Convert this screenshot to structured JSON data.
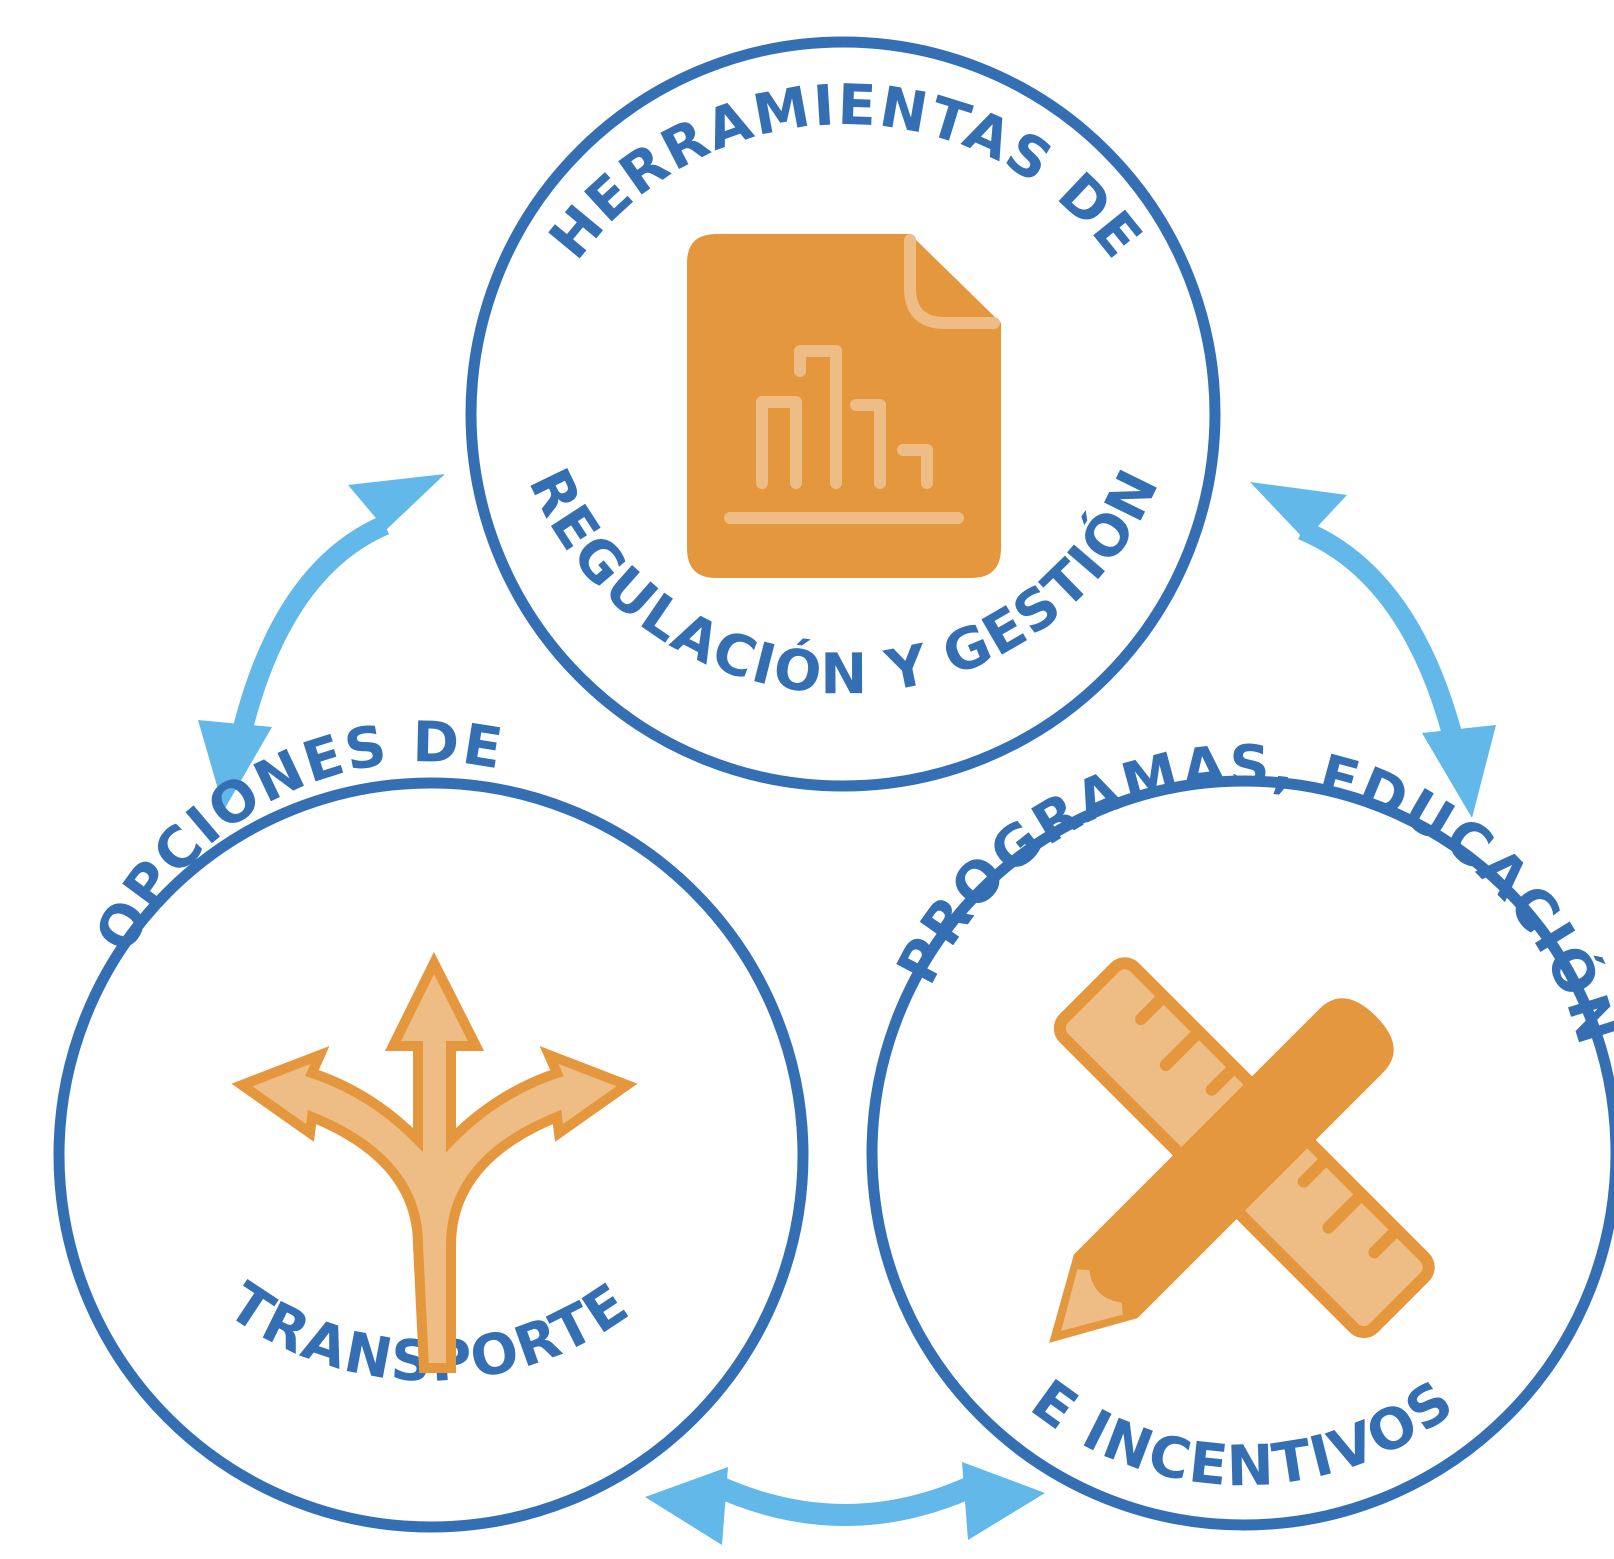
{
  "colors": {
    "circle_stroke": "#356fb3",
    "text": "#356fb3",
    "arrow": "#62b8e8",
    "icon_dark": "#e5973d",
    "icon_light": "#eebd85"
  },
  "nodes": {
    "top": {
      "line1": "HERRAMIENTAS DE",
      "line2": "REGULACIÓN Y GESTIÓN",
      "icon": "document-bar-chart-icon"
    },
    "left": {
      "line1": "OPCIONES DE",
      "line2": "TRANSPORTE",
      "icon": "split-arrows-icon"
    },
    "right": {
      "line1": "PROGRAMAS, EDUCACIÓN",
      "line2": "E INCENTIVOS",
      "icon": "pencil-ruler-icon"
    }
  },
  "connectors": [
    "double-arrow",
    "double-arrow",
    "double-arrow"
  ]
}
